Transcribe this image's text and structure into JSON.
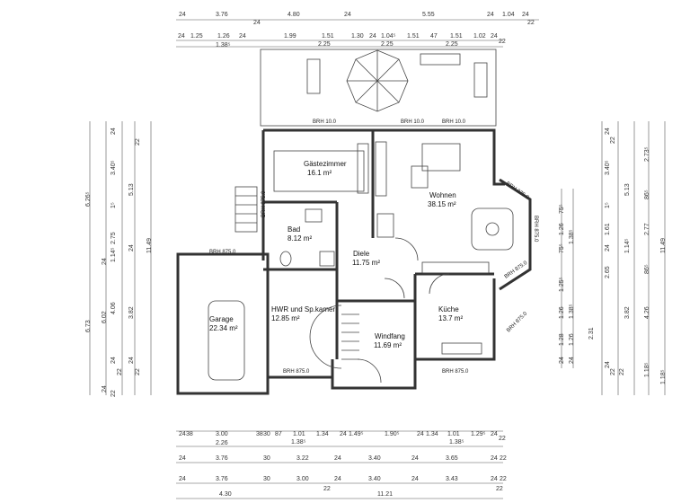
{
  "rooms": [
    {
      "name": "Gästezimmer",
      "area": "16.1 m²"
    },
    {
      "name": "Bad",
      "area": "8.12 m²"
    },
    {
      "name": "Wohnen",
      "area": "38.15 m²"
    },
    {
      "name": "Diele",
      "area": "11.75 m²"
    },
    {
      "name": "Garage",
      "area": "22.34 m²"
    },
    {
      "name": "HWR und Sp.kamer",
      "area": "12.85 m²"
    },
    {
      "name": "Küche",
      "area": "13.7 m²"
    },
    {
      "name": "Windfang",
      "area": "11.69 m²"
    }
  ],
  "brh": [
    "BRH 10.0",
    "BRH 10.0",
    "BRH 10.0",
    "BRH 875.0",
    "BRH 875.0",
    "BRH 875.0",
    "BRH 875.0",
    "BRH 875.0",
    "BRH 875.0",
    "BRH 875.0",
    "BRH 875.0"
  ],
  "top_dims": {
    "row1": [
      "24",
      "3.76",
      "24",
      "4.80",
      "24",
      "5.55",
      "24",
      "1.04",
      "24",
      "22"
    ],
    "row2": [
      "24",
      "1.25",
      "1.26",
      "24",
      "1.99",
      "1.51",
      "1.30",
      "24",
      "1.04⁵",
      "1.51",
      "47",
      "1.51",
      "1.02",
      "24",
      "22"
    ],
    "row3": [
      "1.38⁵",
      "2.25",
      "2.25",
      "2.25"
    ]
  },
  "bottom_dims": {
    "row1": [
      "24",
      "38",
      "3.00",
      "38",
      "30",
      "87",
      "1.01",
      "1.34",
      "24",
      "1.49⁵",
      "1.90⁵",
      "24",
      "1.34",
      "1.01",
      "1.29⁵",
      "24",
      "22"
    ],
    "row2": [
      "2.26",
      "1.38⁵",
      "1.38⁵"
    ],
    "row3": [
      "24",
      "3.76",
      "30",
      "3.22",
      "24",
      "3.40",
      "24",
      "3.65",
      "24",
      "22"
    ],
    "row4": [
      "24",
      "3.76",
      "30",
      "3.00",
      "24",
      "3.40",
      "24",
      "3.43",
      "24",
      "22"
    ],
    "row5": [
      "4.30",
      "22",
      "11.21",
      "22"
    ]
  },
  "left_dims": [
    "6.26⁵",
    "24",
    "3.40⁵",
    "5.13",
    "22",
    "1⁵",
    "2.75",
    "1.14⁵",
    "24",
    "24",
    "11.49",
    "6.73",
    "6.02",
    "4.06",
    "3.82",
    "24",
    "24",
    "22",
    "22",
    "24",
    "22"
  ],
  "right_dims": [
    "24",
    "22",
    "3.40⁵",
    "2.73⁵",
    "5.13",
    "1⁵",
    "86⁵",
    "1.61",
    "2.77",
    "24",
    "1.14⁵",
    "11.49",
    "2.65",
    "86⁵",
    "3.82",
    "4.26",
    "24",
    "22",
    "22",
    "1.18⁵",
    "1.18⁵"
  ],
  "mid_right_dims": [
    "75⁵",
    "1.26",
    "1.38⁵",
    "75⁵",
    "1.25⁵",
    "1.26",
    "1.38⁵",
    "1.28",
    "1.26",
    "2.31",
    "24",
    "24"
  ]
}
